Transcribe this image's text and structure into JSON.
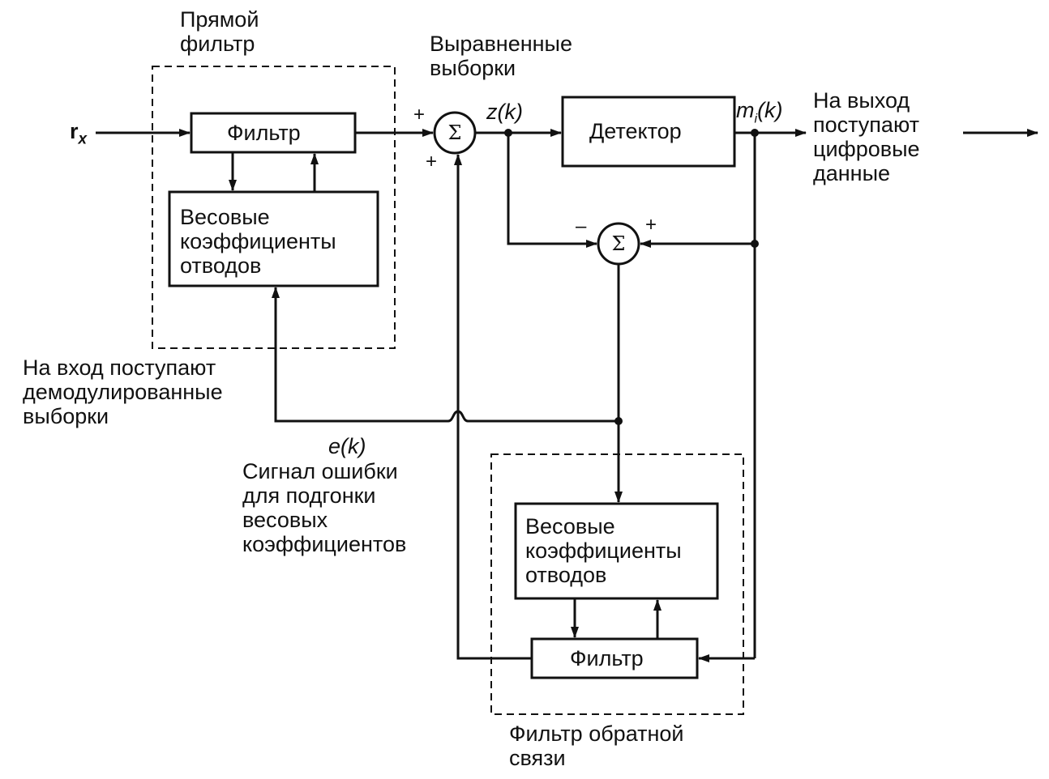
{
  "labels": {
    "forward_filter_title": [
      "Прямой",
      "фильтр"
    ],
    "equalized_samples": [
      "Выравненные",
      "выборки"
    ],
    "input_symbol": "r",
    "input_subscript": "x",
    "z_k": "z(k)",
    "m_k": "m",
    "m_k_sub": "i",
    "m_k_rest": "(k)",
    "output": [
      "На выход",
      "поступают",
      "цифровые",
      "данные"
    ],
    "input_note": [
      "На вход поступают",
      "демодулированные",
      "выборки"
    ],
    "e_k": "e(k)",
    "error_signal": [
      "Сигнал ошибки",
      "для подгонки",
      "весовых",
      "коэффициентов"
    ],
    "feedback_filter_title": [
      "Фильтр обратной",
      "связи"
    ]
  },
  "blocks": {
    "forward_filter": "Фильтр",
    "forward_weights": [
      "Весовые",
      "коэффициенты",
      "отводов"
    ],
    "detector": "Детектор",
    "feedback_weights": [
      "Весовые",
      "коэффициенты",
      "отводов"
    ],
    "feedback_filter": "Фильтр"
  },
  "summers": {
    "symbol": "Σ",
    "sum1_signs": [
      "+",
      "+"
    ],
    "sum2_signs": [
      "–",
      "+"
    ]
  }
}
